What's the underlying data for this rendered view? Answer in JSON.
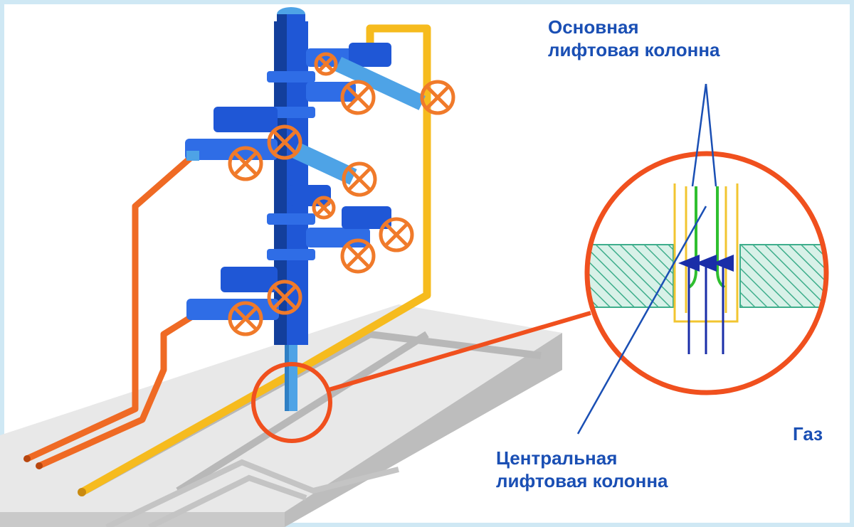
{
  "labels": {
    "main_column": [
      "Основная",
      "лифтовая колонна"
    ],
    "central_column": [
      "Центральная",
      "лифтовая колонна"
    ],
    "gas": "Газ"
  },
  "colors": {
    "frame": "#cfe8f4",
    "pipe_blue": "#1f57d6",
    "pipe_blue_dark": "#133f9c",
    "pipe_light": "#4ea3e6",
    "valve_wheel": "#f07a2a",
    "line_orange": "#ef6a24",
    "line_yellow": "#f6bb1e",
    "platform": "#e7e7e7",
    "platform_side": "#c8c8c8",
    "callout": "#f0501e",
    "inner_tube_green": "#2fbf2f",
    "outer_tube_yellow": "#f2c530",
    "hatch": "#3fae8c",
    "arrow": "#1a2ea8",
    "label_text": "#1a4fb4"
  },
  "icons": [
    "wellhead-christmas-tree",
    "valve-wheel-icon",
    "gas-flow-arrow-icon"
  ]
}
